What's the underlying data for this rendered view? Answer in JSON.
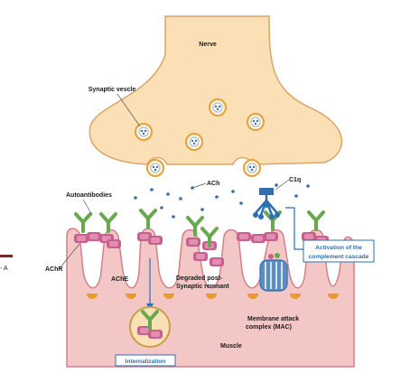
{
  "caption_fragment": "",
  "labels": {
    "nerve": "Nerve",
    "synaptic_vesicle": "Synaptic vescle",
    "ach": "ACh",
    "c1q": "C1q",
    "autoantibodies": "Autoantibodies",
    "achr": "AChR",
    "ache": "AChE",
    "degraded_line1": "Degraded post-",
    "degraded_line2": "Synaptic remnant",
    "activation_line1": "Activation of the",
    "activation_line2": "complement cascade",
    "mac_line1": "Membrane attack",
    "mac_line2": "complex (MAC)",
    "muscle": "Muscle",
    "internalization": "Internalization",
    "left_mark": "- A"
  },
  "colors": {
    "nerve_fill": "#fbe0b6",
    "nerve_stroke": "#d9a56a",
    "muscle_fill": "#f4c7c7",
    "muscle_stroke": "#d47f8a",
    "antibody": "#6aa84f",
    "receptor": "#c95f8f",
    "complement": "#2f6fb0",
    "ache": "#e79b2a"
  }
}
